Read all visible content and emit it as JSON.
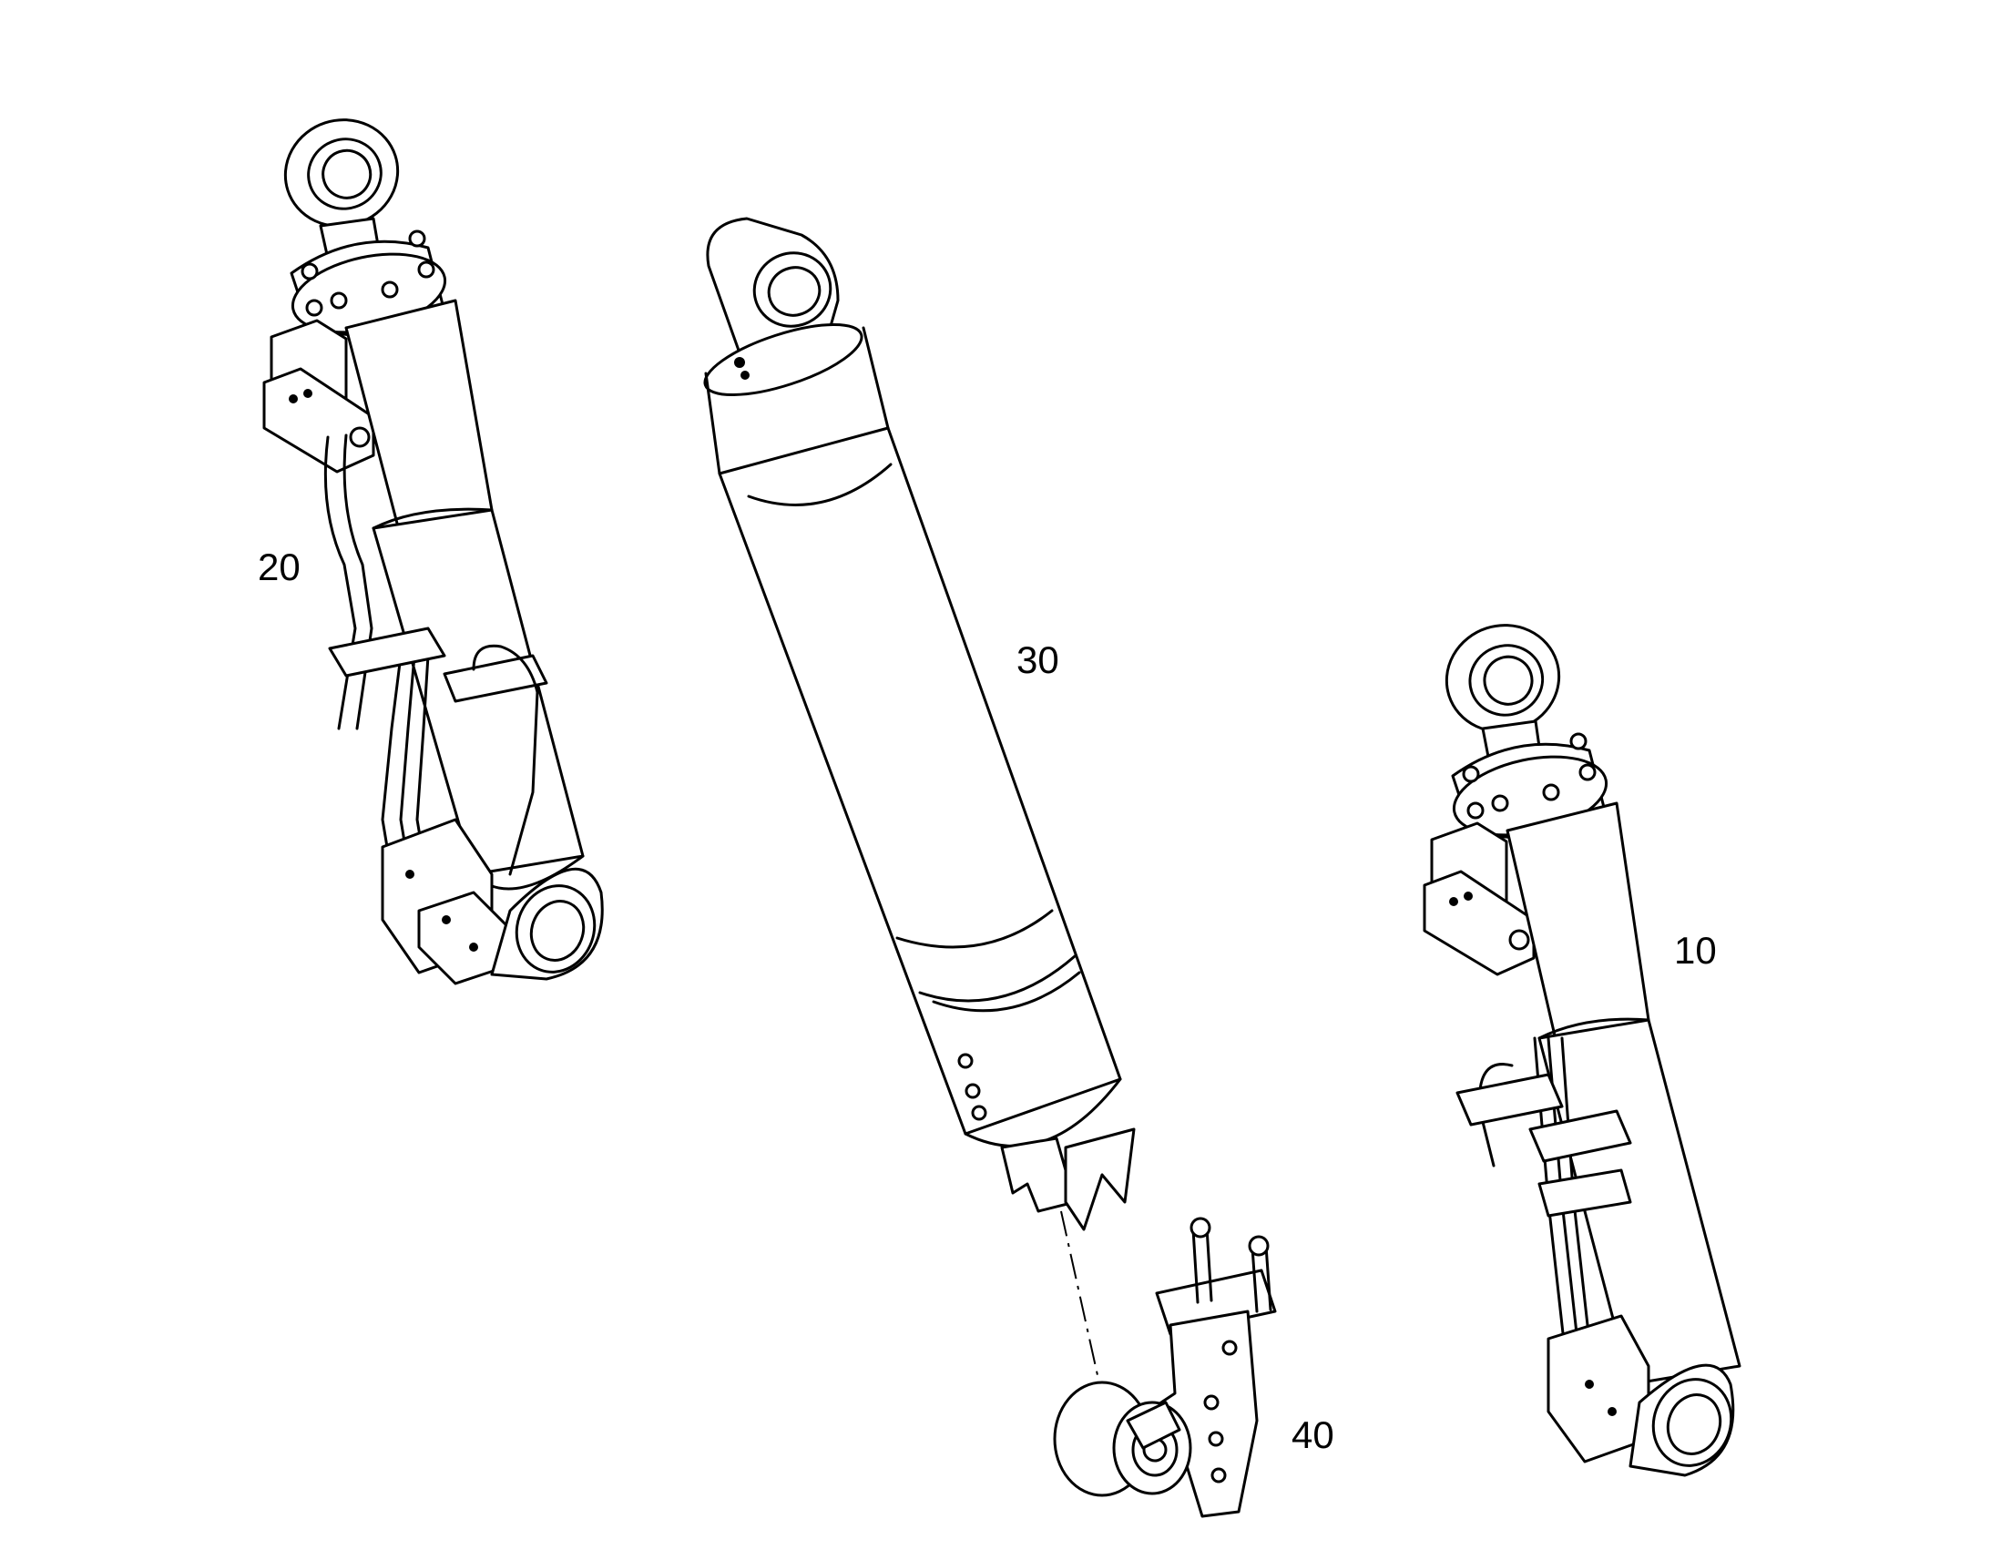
{
  "callouts": {
    "item_10": "10",
    "item_20": "20",
    "item_30": "30",
    "item_40": "40"
  },
  "colors": {
    "line": "#000000",
    "background": "#ffffff"
  }
}
